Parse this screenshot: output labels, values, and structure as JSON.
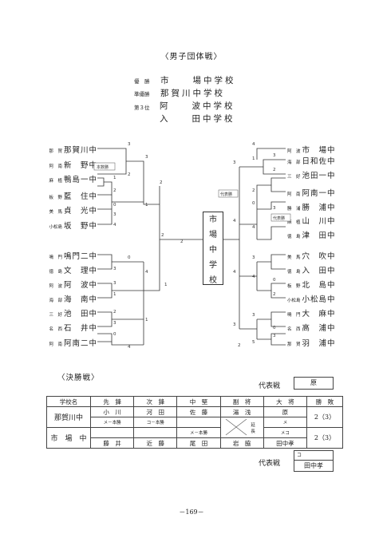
{
  "title": "〈男子団体戦〉",
  "results": [
    {
      "rank": "優　勝",
      "school": "市　　場中学校"
    },
    {
      "rank": "準優勝",
      "school": "那賀川中学校"
    },
    {
      "rank": "第３位",
      "school": "阿　　波中学校"
    },
    {
      "rank": "",
      "school": "入　　田中学校"
    }
  ],
  "left_teams": [
    {
      "prefix": "那　賀",
      "name": "那賀川中"
    },
    {
      "prefix": "阿　南",
      "name": "新　野中"
    },
    {
      "prefix": "麻　植",
      "name": "鴨島一中"
    },
    {
      "prefix": "板　野",
      "name": "藍　住中"
    },
    {
      "prefix": "美　馬",
      "name": "貞　光中"
    },
    {
      "prefix": "小松島",
      "name": "坂　野中"
    },
    {
      "prefix": "鳴　門",
      "name": "鳴門二中"
    },
    {
      "prefix": "徳　島",
      "name": "文　理中"
    },
    {
      "prefix": "阿　波",
      "name": "阿　波中"
    },
    {
      "prefix": "海　部",
      "name": "海　南中"
    },
    {
      "prefix": "三　好",
      "name": "池　田中"
    },
    {
      "prefix": "名　西",
      "name": "石　井中"
    },
    {
      "prefix": "阿　南",
      "name": "阿南二中"
    }
  ],
  "right_teams": [
    {
      "prefix": "阿　波",
      "name": "市　場中"
    },
    {
      "prefix": "海　部",
      "name": "日和佐中"
    },
    {
      "prefix": "三　好",
      "name": "池田一中"
    },
    {
      "prefix": "阿　南",
      "name": "阿南一中"
    },
    {
      "prefix": "勝　浦",
      "name": "勝　浦中"
    },
    {
      "prefix": "麻　植",
      "name": "山　川中"
    },
    {
      "prefix": "徳　島",
      "name": "津　田中"
    },
    {
      "prefix": "美　馬",
      "name": "穴　吹中"
    },
    {
      "prefix": "徳　島",
      "name": "入　田中"
    },
    {
      "prefix": "板　野",
      "name": "北　島中"
    },
    {
      "prefix": "小松島",
      "name": "小松島中"
    },
    {
      "prefix": "鳴　門",
      "name": "大　麻中"
    },
    {
      "prefix": "名　西",
      "name": "高　浦中"
    },
    {
      "prefix": "那　賀",
      "name": "羽　浦中"
    }
  ],
  "bracket_tags": {
    "bye": "本数勝",
    "rep": "代表勝"
  },
  "winner_box": [
    "市",
    "場",
    "中",
    "学",
    "校"
  ],
  "final": {
    "heading": "〈決勝戦〉",
    "rep_label": "代表戦",
    "rep_top": "原",
    "rep_bottom_mark": "コ",
    "rep_bottom_name": "田中孝",
    "headers": [
      "学校名",
      "先　鋒",
      "次　鋒",
      "中　堅",
      "副　将",
      "大　将",
      "勝　敗"
    ],
    "team1": {
      "school": "那賀川中",
      "players": [
        "小　川",
        "河　田",
        "佐　藤",
        "湯　浅",
        "原"
      ],
      "record": "2（3）"
    },
    "marks1": [
      "メ－本勝",
      "コ－本勝",
      "",
      "延",
      "メ"
    ],
    "marks2": [
      "",
      "",
      "メ－本勝",
      "長",
      "メコ"
    ],
    "team2": {
      "school": "市　場　中",
      "players": [
        "藤　井",
        "近　藤",
        "尾　田",
        "岩　脇",
        "田中孝"
      ],
      "record": "2（3）"
    }
  },
  "page_number": "－169－"
}
